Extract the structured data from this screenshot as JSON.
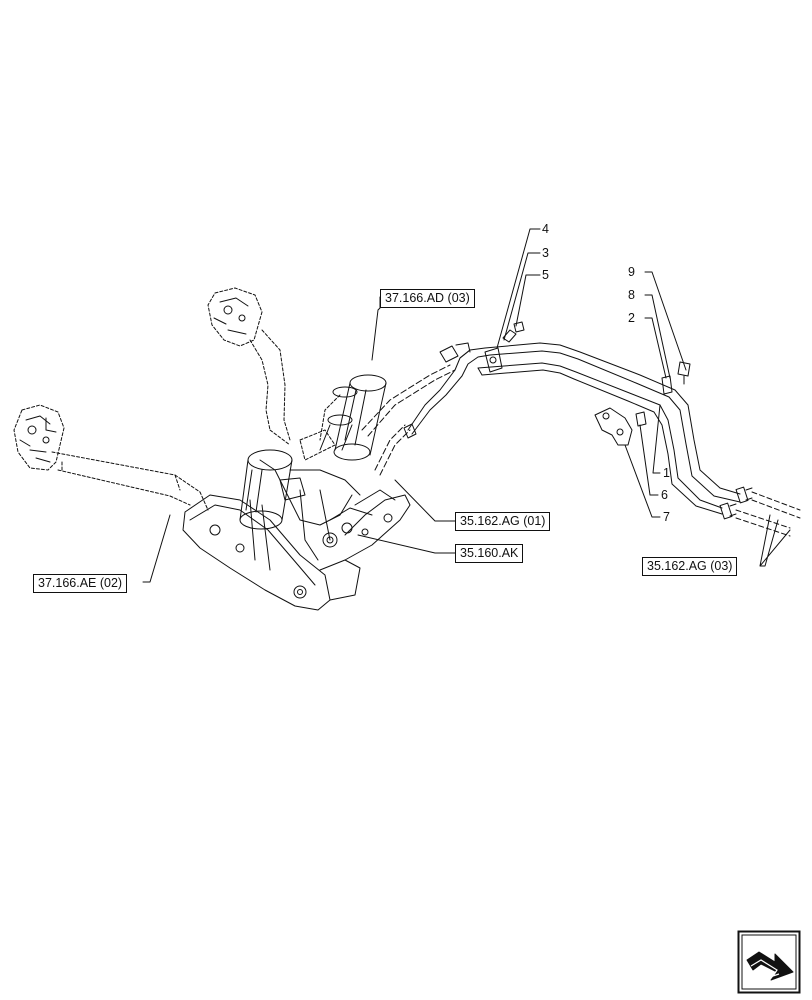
{
  "references": {
    "ad03": "37.166.AD (03)",
    "ae02": "37.166.AE (02)",
    "ag01": "35.162.AG (01)",
    "ak": "35.160.AK",
    "ag03": "35.162.AG (03)"
  },
  "callouts": {
    "n1": "1",
    "n2": "2",
    "n3": "3",
    "n4": "4",
    "n5": "5",
    "n6": "6",
    "n7": "7",
    "n8": "8",
    "n9": "9"
  },
  "icons": {
    "nav": "next-page-arrow-icon"
  },
  "colors": {
    "line": "#111111",
    "background": "#ffffff"
  }
}
